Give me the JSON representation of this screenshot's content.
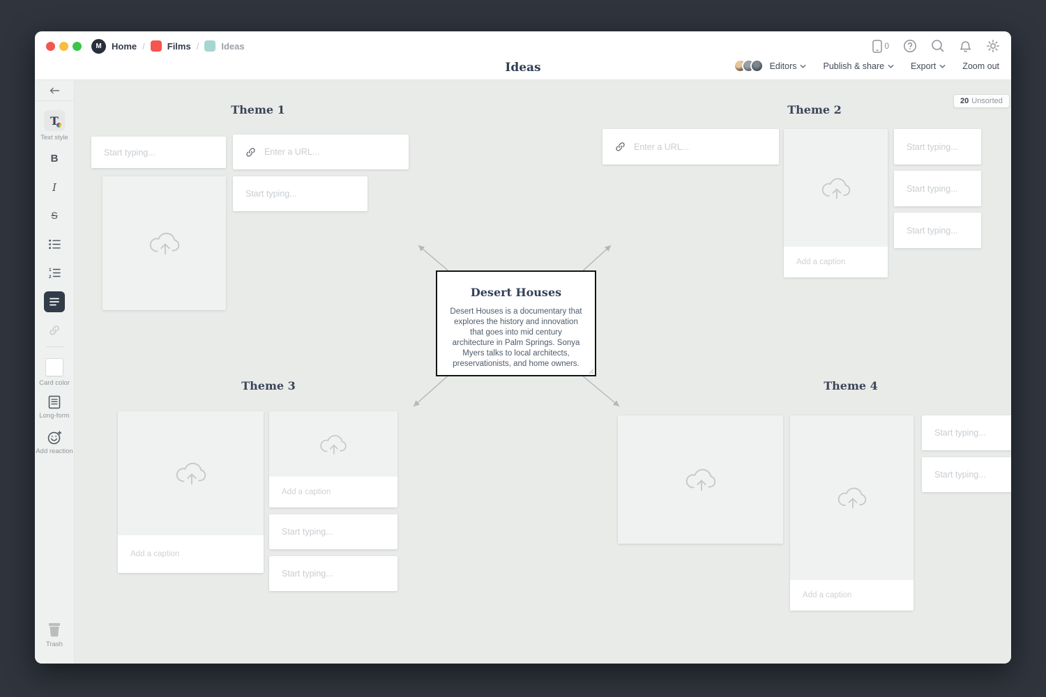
{
  "chrome": {
    "breadcrumb": {
      "home": "Home",
      "films": "Films",
      "ideas": "Ideas",
      "separator": "/"
    },
    "device_count": "0"
  },
  "header": {
    "title": "Ideas",
    "editors_label": "Editors",
    "publish_share_label": "Publish & share",
    "export_label": "Export",
    "zoom_out_label": "Zoom out"
  },
  "toolbar": {
    "text_style_label": "Text style",
    "bold_glyph": "B",
    "italic_glyph": "I",
    "strikethrough_glyph": "S",
    "card_color_label": "Card color",
    "long_form_label": "Long-form",
    "add_reaction_label": "Add reaction",
    "trash_label": "Trash"
  },
  "canvas": {
    "unsorted_badge": {
      "count": "20",
      "label": "Unsorted"
    },
    "themes": [
      "Theme 1",
      "Theme 2",
      "Theme 3",
      "Theme 4"
    ],
    "placeholders": {
      "start_typing": "Start typing...",
      "enter_url": "Enter a URL...",
      "add_caption": "Add a caption"
    },
    "center_card": {
      "title": "Desert Houses",
      "body": "Desert Houses is a documentary that explores the history and innovation that goes into mid century architecture in Palm Springs. Sonya Myers talks to local architects, preservationists, and home owners."
    }
  },
  "colors": {
    "traffic_red": "#f2574f",
    "traffic_yellow": "#f8bc40",
    "traffic_green": "#3bc549",
    "films_icon": "#f5544f",
    "ideas_icon": "#a5d6d0",
    "dark_frame": "#2f343d",
    "canvas_bg": "#e9ebe9",
    "selection_border": "#141414"
  }
}
